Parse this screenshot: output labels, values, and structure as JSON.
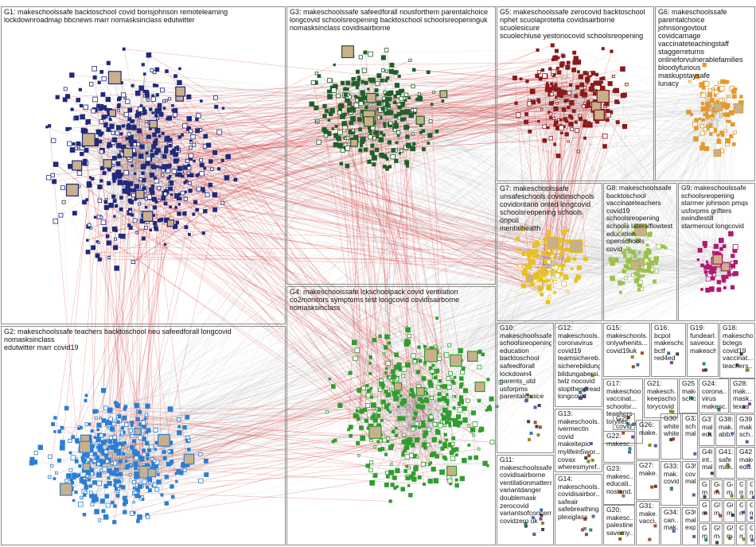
{
  "groups": [
    {
      "id": "G1",
      "label": "G1: makeschoolssafe backtoschool covid borisjohnson remotelearning\nlockdownroadmap bbcnews marr nomasksinclass edutwitter",
      "color": "#1f2a7a"
    },
    {
      "id": "G2",
      "label": "G2: makeschoolssafe teachers backtoschool neu safeedforall longcovid nomasksinclass\nedutwitter marr covid19",
      "color": "#2a7fd4"
    },
    {
      "id": "G3",
      "label": "G3: makeschoolssafe safeedforall nousforthem parentalchoice\nlongcovid schoolsreopening backtoschool schoolsreopeninguk\nnomasksinclass covidisairborne",
      "color": "#1e5f2a"
    },
    {
      "id": "G4",
      "label": "G4: makeschoolssafe lckschoolpack covid ventilation\nco2monitors symptoms test longcovid covidisairborne\nnomasksinclass",
      "color": "#2e9e2e"
    },
    {
      "id": "G5",
      "label": "G5: makeschoolssafe zerocovid backtoschool\nnphet scuolaprotetta covidisairborne scuolesicure\nscuolechiuse yestonocovid schoolsreopening",
      "color": "#8b1a1a"
    },
    {
      "id": "G6",
      "label": "G6: makeschoolssafe\nparentalchoice johnsongovtout\ncovidcarnage\nvaccinateteachingstaff\nstaggerreturns\nonlineforvulnerablefamilies\nbloodyfurious maskupstaysafe\nlunacy",
      "color": "#e39a2b"
    },
    {
      "id": "G7",
      "label": "G7: makeschoolssafe\nunsafeschools covidinschools\ncovidontario onted longcovid\nschoolsreopening schools onpoli\nmentalhealth",
      "color": "#e8c21a"
    },
    {
      "id": "G8",
      "label": "G8: makeschoolssafe\nbacktoschool\nvaccinateteachers\ncovid19\nschoolsreopening\nschools lateralflowtest\neducation openschools\ncovid",
      "color": "#9ac04a"
    },
    {
      "id": "G9",
      "label": "G9: makeschoolssafe\nschoolsreopening\nstarmer johnson pmqs\nusforpms grifters\nswindlestill\nstarmerout longcovid",
      "color": "#b3186e"
    },
    {
      "id": "G10",
      "label": "G10:\nmakeschoolssafe\nschoolsreopening\neducation\nbacktoschool\nsafeedforall\nlockdown4\nparents_utd\nusforpms\nparentalchoice"
    },
    {
      "id": "G11",
      "label": "G11:\nmakeschoolssafe\ncovidisairborne\nventilationmatters\nvariantdanger\ndoublemask\nzerocovid\nvariantsofconcern\ncovidzero uk"
    },
    {
      "id": "G12",
      "label": "G12:\nmakeschools...\ncoronavirus\ncovid19\nteamsichereb...\nsicherebildung\nbildungabersi...\ntwlz nocovid\nstopthespread\nlongcovid"
    },
    {
      "id": "G13",
      "label": "G13:\nmakeschools...\nivermectin\ncovid\nmakeitepic\nmylifein5wor...\ncovax\nwheresmyref..."
    },
    {
      "id": "G14",
      "label": "G14:\nmakeschools...\ncovidisairbor...\nsafeair\nsafebreathing\nplexiglass"
    },
    {
      "id": "G15",
      "label": "G15:\nmakeschools...\nonlywhenits...\ncovid19uk"
    },
    {
      "id": "G16",
      "label": "G16: bcpol\nmakescho...\nbctf red4ed"
    },
    {
      "id": "G17",
      "label": "G17:\nmakeschools...\nvaccinat...\nschoolsr...\nteachers\ntorylies"
    },
    {
      "id": "G18",
      "label": "G18:\nmakeschoo...\nbclegs\ncovid19\nvaccinat...\nteachers..."
    },
    {
      "id": "G19",
      "label": "G19:\nfundearl...\nsaveour...\nmakesch..."
    },
    {
      "id": "G20",
      "label": "G20:\nmakesc...\npalestine\nsavemy..."
    },
    {
      "id": "G21",
      "label": "G21:\nmakesch...\nkeepscho...\ntorycovid"
    },
    {
      "id": "G22",
      "label": "G22:\nmakesc..."
    },
    {
      "id": "G23",
      "label": "G23:\nmakesc...\neducati...\nnostand..."
    },
    {
      "id": "G24",
      "label": "G24:\ncorona...\nvirus\nmakesc..."
    },
    {
      "id": "G25",
      "label": "G25:\nmakesc...\nschools..."
    },
    {
      "id": "G26",
      "label": "G26:\nmake..."
    },
    {
      "id": "G27",
      "label": "G27:\nmake..."
    },
    {
      "id": "G28",
      "label": "G28:\nmak...\nmask...\ntexas"
    },
    {
      "id": "G29",
      "label": "G29:\ncovid\nsafety..."
    },
    {
      "id": "G30",
      "label": "G30:\nwhitel...\nwhite..."
    },
    {
      "id": "G31",
      "label": "G31:\nmake...\nvacci..."
    },
    {
      "id": "G32",
      "label": "G32:\nsch...\nmak..."
    },
    {
      "id": "G33",
      "label": "G33:\nmak...\ncovid..."
    },
    {
      "id": "G34",
      "label": "G34:\ncan...\nmak..."
    },
    {
      "id": "G35",
      "label": "G35:\ncovid\nmak..."
    },
    {
      "id": "G36",
      "label": "G36:\nmak...\nexp..."
    },
    {
      "id": "G37",
      "label": "G37:\nmak...\nedu..."
    },
    {
      "id": "G38",
      "label": "G38:\nmak...\nabb..."
    },
    {
      "id": "G39",
      "label": "G39:\nmak...\nsch..."
    },
    {
      "id": "G40",
      "label": "G40:\nint...\nmak..."
    },
    {
      "id": "G41",
      "label": "G41:\nsafe\nmak..."
    },
    {
      "id": "G42",
      "label": "G42:\nmake\nedu..."
    },
    {
      "id": "G43",
      "label": "G43:\nlon...\nmak..."
    },
    {
      "id": "G44",
      "label": "G4...\nma..."
    },
    {
      "id": "G45",
      "label": "G4...\nma..."
    },
    {
      "id": "G46",
      "label": "G4...\nma..."
    },
    {
      "id": "G47",
      "label": "G5...\nma..."
    },
    {
      "id": "G48",
      "label": "G5...\nma..."
    },
    {
      "id": "G49",
      "label": "G5...\nma..."
    },
    {
      "id": "G50",
      "label": "G5...\nma..."
    },
    {
      "id": "G51",
      "label": "G6...\nma..."
    },
    {
      "id": "G52",
      "label": "G4...\nma..."
    },
    {
      "id": "G53",
      "label": "G5...\nma..."
    },
    {
      "id": "G54",
      "label": "G6...\nma..."
    },
    {
      "id": "G55",
      "label": "G5...\nma..."
    },
    {
      "id": "G56",
      "label": "G51:\nma..."
    },
    {
      "id": "G57",
      "label": "G48:\nma..."
    },
    {
      "id": "G58",
      "label": "G50:\nma..."
    }
  ]
}
